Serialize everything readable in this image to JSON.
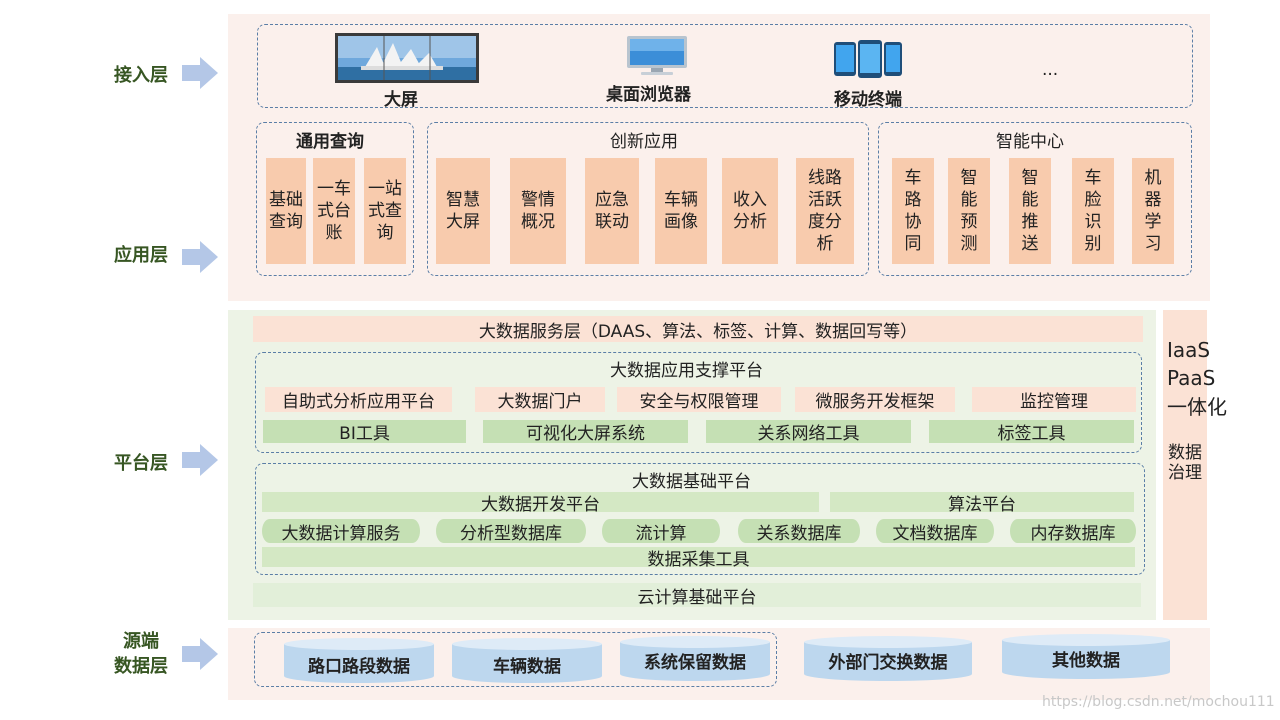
{
  "layers": {
    "access": "接入层",
    "application": "应用层",
    "platform": "平台层",
    "source": [
      "源端",
      "数据层"
    ]
  },
  "access": {
    "devices": [
      "大屏",
      "桌面浏览器",
      "移动终端"
    ],
    "ellipsis": "..."
  },
  "app_groups": {
    "general": {
      "title": "通用查询",
      "items": [
        "基础\n查询",
        "一车\n式台\n账",
        "一站\n式查\n询"
      ]
    },
    "innovation": {
      "title": "创新应用",
      "items": [
        "智慧\n大屏",
        "警情\n概况",
        "应急\n联动",
        "车辆\n画像",
        "收入\n分析",
        "线路\n活跃\n度分\n析"
      ]
    },
    "smart": {
      "title": "智能中心",
      "items": [
        "车\n路\n协\n同",
        "智\n能\n预\n测",
        "智\n能\n推\n送",
        "车\n脸\n识\n别",
        "机\n器\n学\n习"
      ]
    }
  },
  "platform": {
    "service_layer": "大数据服务层（DAAS、算法、标签、计算、数据回写等）",
    "app_support": {
      "title": "大数据应用支撑平台",
      "row1": [
        "自助式分析应用平台",
        "大数据门户",
        "安全与权限管理",
        "微服务开发框架",
        "监控管理"
      ],
      "row2": [
        "BI工具",
        "可视化大屏系统",
        "关系网络工具",
        "标签工具"
      ]
    },
    "foundation": {
      "title": "大数据基础平台",
      "dev_platform": "大数据开发平台",
      "algo_platform": "算法平台",
      "services": [
        "大数据计算服务",
        "分析型数据库",
        "流计算",
        "关系数据库",
        "文档数据库",
        "内存数据库"
      ],
      "collection": "数据采集工具"
    },
    "cloud": "云计算基础平台"
  },
  "side": {
    "lines": [
      "IaaS",
      "PaaS",
      "一体化"
    ],
    "governance": [
      "数据",
      "治理"
    ]
  },
  "sources": [
    "路口路段数据",
    "车辆数据",
    "系统保留数据",
    "外部门交换数据",
    "其他数据"
  ],
  "watermark": "https://blog.csdn.net/mochou111",
  "colors": {
    "label_green": "#375623",
    "arrow_blue": "#b4c7e7",
    "salmon": "#f8cbad",
    "light_salmon": "#fbe2d5",
    "green": "#c5e0b4",
    "cylinder_blue": "#bdd7ee",
    "dashed_border": "#5b7ea6"
  }
}
